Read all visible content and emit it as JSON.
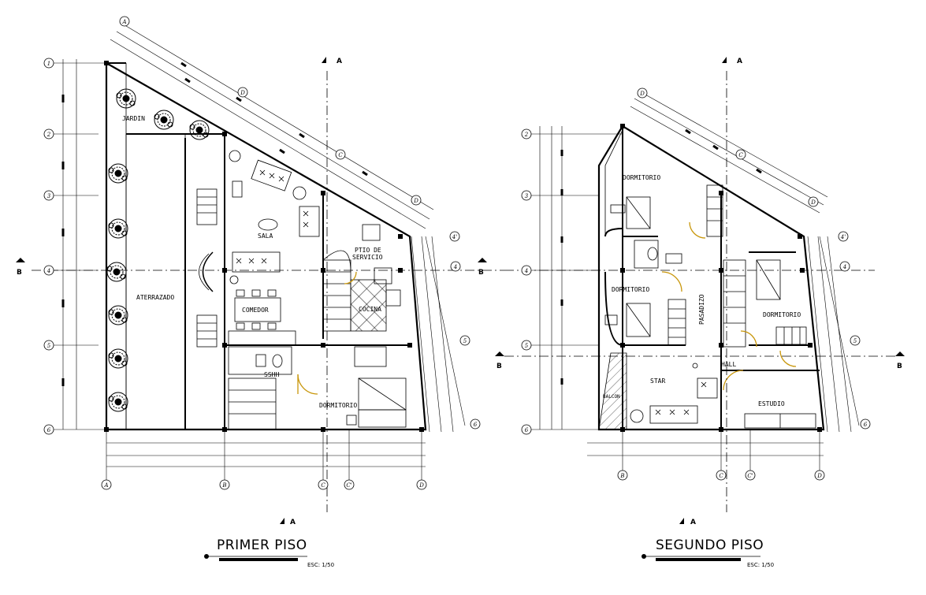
{
  "plans": [
    {
      "title": "PRIMER PISO",
      "scale": "ESC: 1/50",
      "rooms": {
        "jardin": "JARDIN",
        "aterrazado": "ATERRAZADO",
        "sala": "SALA",
        "comedor": "COMEDOR",
        "ptio_l1": "PTIO DE",
        "ptio_l2": "SERVICIO",
        "cocina": "COCINA",
        "dormitorio": "DORMITORIO",
        "sshh": "SSHH"
      },
      "axes_bottom": [
        "A",
        "B",
        "C",
        "C'",
        "D"
      ],
      "axes_left": [
        "1",
        "2",
        "3",
        "4",
        "5",
        "6"
      ],
      "axes_right": [
        "4'",
        "4",
        "5",
        "6"
      ],
      "axes_diag": [
        "A",
        "D",
        "C",
        "D"
      ],
      "section_marks": {
        "a_top": "A",
        "a_bottom": "A",
        "b_left": "B",
        "b_right": "B"
      }
    },
    {
      "title": "SEGUNDO PISO",
      "scale": "ESC: 1/50",
      "rooms": {
        "dorm1": "DORMITORIO",
        "dorm2": "DORMITORIO",
        "dorm3": "DORMITORIO",
        "pasadizo": "PASADIZO",
        "hall": "HALL",
        "star": "STAR",
        "estudio": "ESTUDIO",
        "balcon": "BALCON"
      },
      "axes_bottom": [
        "B",
        "C",
        "C'",
        "D"
      ],
      "axes_left": [
        "2",
        "3",
        "4",
        "5",
        "6"
      ],
      "axes_right": [
        "4'",
        "4",
        "5",
        "6"
      ],
      "axes_diag": [
        "D",
        "C",
        "D"
      ],
      "section_marks": {
        "a_top": "A",
        "a_bottom": "A",
        "b_left": "B",
        "b_right": "B"
      }
    }
  ],
  "colors": {
    "line": "#000000",
    "door": "#c8960a"
  }
}
